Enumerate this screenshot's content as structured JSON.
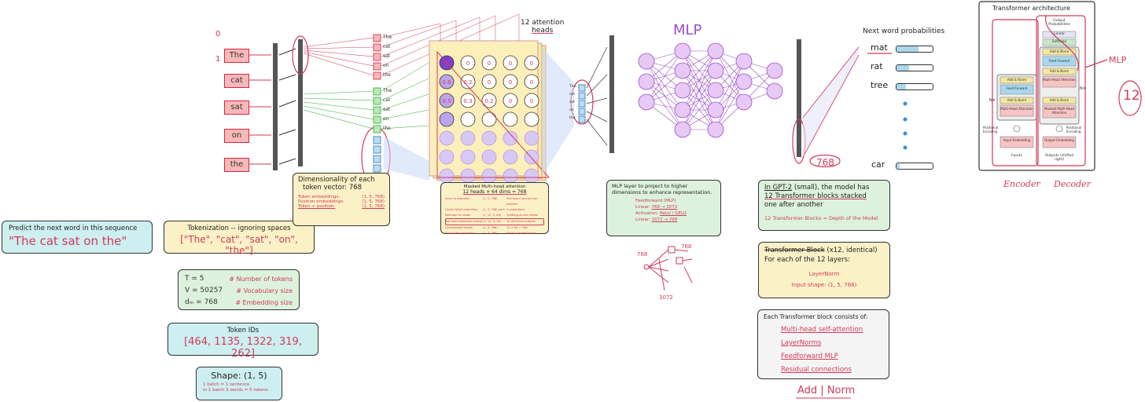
{
  "colors": {
    "hand_red": "#d23a5a",
    "purple": "#9b4ec9",
    "green_box": "#dcf2dc",
    "yellow_box": "#fbf1c7",
    "cyan_box": "#cdeff0",
    "token_red": "#f7b9b9"
  },
  "predict": {
    "line1": "Predict the next word in this sequence",
    "line2": "\"The cat sat on the\""
  },
  "tokenization": {
    "title": "Tokenization -- ignoring spaces",
    "tokens": "[\"The\", \"cat\", \"sat\", \"on\", \"the\"]"
  },
  "dims": {
    "t": "T = 5",
    "t_c": "# Number of tokens",
    "v": "V = 50257",
    "v_c": "# Vocabulary size",
    "d": "dₘ = 768",
    "d_c": "# Embedding size"
  },
  "token_ids": {
    "title": "Token IDs",
    "ids": "[464, 1135, 1322, 319, 262]"
  },
  "shape": {
    "title": "Shape: (1, 5)",
    "l1": "1 batch = 1 sentence",
    "l2": "In 1 batch 5 words = 5 tokens"
  },
  "tokens_col": {
    "index0": "0",
    "index1": "1",
    "items": [
      "The",
      "cat",
      "sat",
      "on",
      "the"
    ]
  },
  "qkv_labels": [
    "The",
    "cat",
    "sat",
    "on",
    "the"
  ],
  "heads_label": {
    "l1": "12 attention",
    "l2": "heads"
  },
  "attention_grid": [
    "0",
    "0",
    "0",
    "0",
    "0",
    "0.6",
    "0.2",
    "0",
    "0",
    "0",
    "0.5",
    "0.3",
    "0.2",
    "0",
    "0"
  ],
  "dim_box": {
    "title1": "Dimensionality of each",
    "title2": "token vector: 768",
    "r1a": "Token embeddings:",
    "r1b": "(1, 5, 768)",
    "r2a": "Position embeddings:",
    "r2b": "(1, 5, 768)",
    "r3a": "Token + position:",
    "r3b": "(1, 5, 768)"
  },
  "mha_box": {
    "title": "Masked Multi-head attention",
    "subtitle": "12 heads × 64 dims = 768",
    "rows": [
      [
        "Input to attention",
        "(1, 5, 768)",
        "five token vectors per position"
      ],
      [
        "Linear Q/K/V projection",
        "(1, 5, 768) each",
        "3 projections"
      ],
      [
        "Reshape to heads",
        "(1, 12, 5, 64)",
        "Splitting across heads"
      ],
      [
        "Per-head attention output",
        "(1, 12, 5, 64)",
        "12 attention outputs"
      ],
      [
        "Concatenate heads",
        "(1, 5, 768)",
        "12 × 64 = 768"
      ],
      [
        "Final linear projection",
        "(1, 5, 768)",
        "Back to model space"
      ]
    ]
  },
  "mlp_title": "MLP",
  "mlp_box": {
    "l1": "MLP layer to project to higher",
    "l2": "dimensions to enhance representation.",
    "ff": "Feedforward (MLP)",
    "lin1a": "Linear:",
    "lin1b": "768 → 3072",
    "acta": "Activation:",
    "actb": "ReLU / GELU",
    "lin2a": "Linear:",
    "lin2b": "3072 → 768"
  },
  "sketch": {
    "a": "768",
    "b": "768",
    "c": "3072"
  },
  "next_word": {
    "title": "Next word probabilities",
    "items": [
      {
        "word": "mat",
        "p": 0.6
      },
      {
        "word": "rat",
        "p": 0.35
      },
      {
        "word": "tree",
        "p": 0.25
      }
    ],
    "last": {
      "word": "car",
      "p": 0.08
    }
  },
  "dim768": "768",
  "gpt2_box": {
    "l1a": "In GPT-2",
    "l1b": "(small), the model has",
    "l2": "12 Transformer blocks stacked",
    "l3": "one after another",
    "l4": "12 Transformer Blocks = Depth of the Model"
  },
  "block_box": {
    "title": "Transformer Block",
    "title_b": "(x12, identical)",
    "l1": "For each of the 12 layers:",
    "l2": "LayerNorm",
    "l3": "Input shape: (1, 5, 768)"
  },
  "consists_box": {
    "title": "Each Transformer block consists of:",
    "items": [
      "Multi-head self-attention",
      "LayerNorms",
      "Feedforward MLP",
      "Residual connections"
    ]
  },
  "add_norm": "Add | Norm",
  "arch": {
    "title": "Transformer architecture",
    "out_probs": "Output Probabilities",
    "softmax": "Softmax",
    "linear": "Linear",
    "addnorm": "Add & Norm",
    "ff": "Feed Forward",
    "mha": "Multi-Head Attention",
    "masked": "Masked Multi-Head Attention",
    "nx": "N×",
    "pos_enc": "Positional Encoding",
    "in_emb": "Input Embedding",
    "out_emb": "Output Embedding",
    "inputs": "Inputs",
    "outputs": "Outputs (shifted right)",
    "mlp_note": "MLP",
    "twelve": "12",
    "encoder": "Encoder",
    "decoder": "Decoder"
  }
}
